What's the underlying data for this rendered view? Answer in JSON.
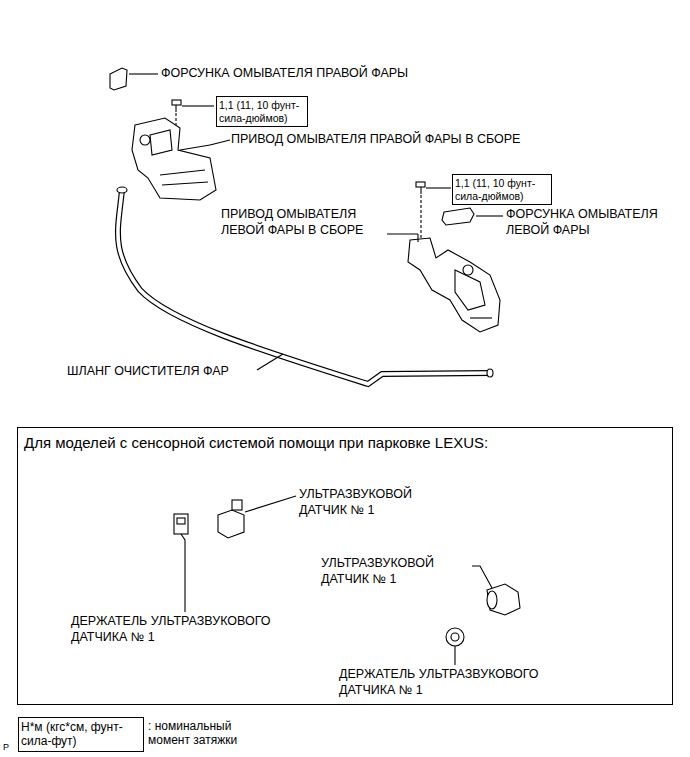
{
  "diagram": {
    "nodes": [
      {
        "text": [
          "1,1 (11, 10 фунт-сила-дюймов)"
        ]
      },
      {
        "text": [
          "1,1 (11, 10 фунт-сила-дюймов)"
        ]
      },
      {
        "text": [
          "Для моделей с сенсорной системой помощи при парковке LEXUS:"
        ]
      },
      {
        "text": [
          "Н*м (кгс*см, фунт-сила-фут)",
          ": номинальный момент затяжки"
        ]
      }
    ],
    "labels": [
      "ФОРСУНКА ОМЫВАТЕЛЯ ПРАВОЙ ФАРЫ",
      "ПРИВОД ОМЫВАТЕЛЯ ПРАВОЙ ФАРЫ В СБОРЕ",
      "ПРИВОД ОМЫВАТЕЛЯ ЛЕВОЙ ФАРЫ В СБОРЕ",
      "ФОРСУНКА ОМЫВАТЕЛЯ ЛЕВОЙ ФАРЫ",
      "ШЛАНГ ОЧИСТИТЕЛЯ ФАР",
      "УЛЬТРАЗВУКОВОЙ ДАТЧИК № 1",
      "УЛЬТРАЗВУКОВОЙ ДАТЧИК № 1",
      "ДЕРЖАТЕЛЬ УЛЬТРАЗВУКОВОГО ДАТЧИКА № 1",
      "ДЕРЖАТЕЛЬ УЛЬТРАЗВУКОВОГО ДАТЧИКА № 1",
      "P"
    ]
  }
}
